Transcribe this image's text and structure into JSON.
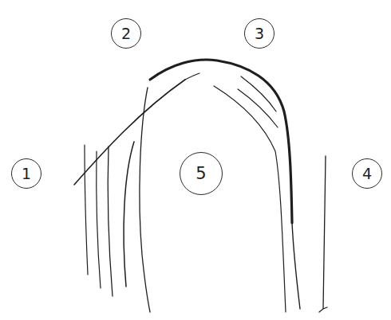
{
  "diagram": {
    "nodes": [
      {
        "text": [
          "2"
        ]
      },
      {
        "text": [
          "3"
        ]
      },
      {
        "text": [
          "1"
        ]
      },
      {
        "text": [
          "5"
        ]
      },
      {
        "text": [
          "4"
        ]
      }
    ]
  }
}
